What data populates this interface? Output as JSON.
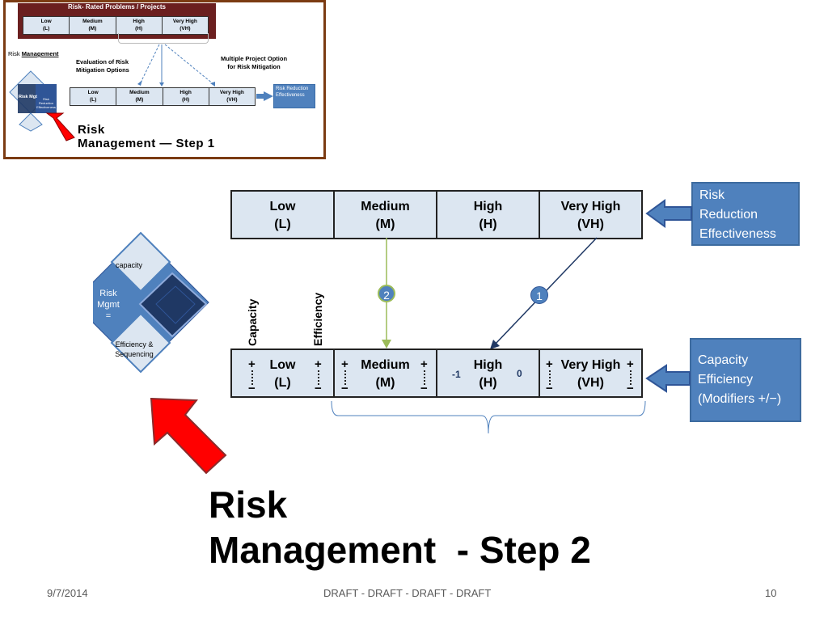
{
  "thumbnail": {
    "header_title": "Risk- Rated Problems / Projects",
    "table1": [
      {
        "l1": "Low",
        "l2": "(L)"
      },
      {
        "l1": "Medium",
        "l2": "(M)"
      },
      {
        "l1": "High",
        "l2": "(H)"
      },
      {
        "l1": "Very High",
        "l2": "(VH)"
      }
    ],
    "risk_label": "Risk",
    "management_label": "Management",
    "evaluation_text": "Evaluation of Risk Mitigation Options",
    "multiple_option_line1": "Multiple Project Option",
    "multiple_option_line2": "for Risk Mitigation",
    "table2": [
      {
        "l1": "Low",
        "l2": "(L)"
      },
      {
        "l1": "Medium",
        "l2": "(M)"
      },
      {
        "l1": "High",
        "l2": "(H)"
      },
      {
        "l1": "Very High",
        "l2": "(VH)"
      }
    ],
    "blue_box_text": "Risk Reduction Effectiveness",
    "diamond_left": "Risk Mgt",
    "diamond_right": "Risk Reduction Effectiveness",
    "title_line1": "Risk",
    "title_line2": "Management — Step 1"
  },
  "top_table": [
    {
      "l1": "Low",
      "l2": "(L)"
    },
    {
      "l1": "Medium",
      "l2": "(M)"
    },
    {
      "l1": "High",
      "l2": "(H)"
    },
    {
      "l1": "Very High",
      "l2": "(VH)"
    }
  ],
  "bottom_table": [
    {
      "l1": "Low",
      "l2": "(L)"
    },
    {
      "l1": "Medium",
      "l2": "(M)"
    },
    {
      "l1": "High",
      "l2": "(H)"
    },
    {
      "l1": "Very High",
      "l2": "(VH)"
    }
  ],
  "modifiers": {
    "plus": "+",
    "minus": "−",
    "neg_one": "-1",
    "zero": "0"
  },
  "vertical_labels": {
    "capacity": "Capacity",
    "efficiency": "Efficiency"
  },
  "badges": {
    "one": "1",
    "two": "2"
  },
  "right_boxes": {
    "rre": [
      "Risk",
      "Reduction",
      "Effectiveness"
    ],
    "cem": [
      "Capacity",
      "Efficiency",
      "(Modifiers +/−)"
    ]
  },
  "diamond": {
    "capacity": "capacity",
    "risk_mgmt": [
      "Risk",
      "Mgmt",
      "="
    ],
    "efficiency": [
      "Efficiency &",
      "Sequencing"
    ]
  },
  "title": {
    "line1": "Risk",
    "line2": "Management  - Step 2"
  },
  "footer": {
    "date": "9/7/2014",
    "center": "DRAFT - DRAFT - DRAFT - DRAFT",
    "page": "10"
  },
  "colors": {
    "accent_blue": "#4f81bd",
    "cell_fill": "#dce6f1",
    "arrow_red": "#ff0000",
    "green": "#9bbb59",
    "dark_navy": "#1f3864"
  }
}
